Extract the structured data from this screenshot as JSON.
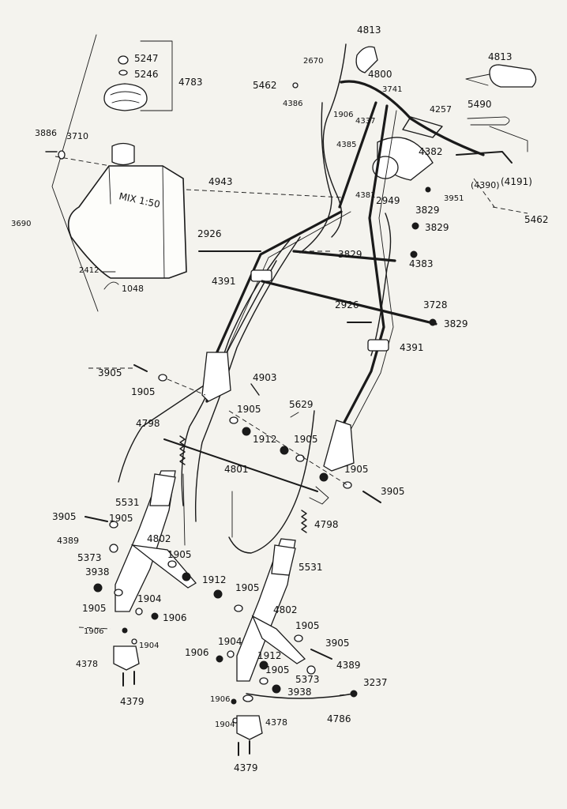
{
  "tank": {
    "text": "MIX 1:50"
  },
  "labels": [
    {
      "id": "l4813a",
      "text": "4813"
    },
    {
      "id": "l2670",
      "text": "2670"
    },
    {
      "id": "l4800",
      "text": "4800"
    },
    {
      "id": "l4813b",
      "text": "4813"
    },
    {
      "id": "l5462a",
      "text": "5462"
    },
    {
      "id": "l3741",
      "text": "3741"
    },
    {
      "id": "l4386",
      "text": "4386"
    },
    {
      "id": "l5247",
      "text": "5247"
    },
    {
      "id": "l5246",
      "text": "5246"
    },
    {
      "id": "l4783",
      "text": "4783"
    },
    {
      "id": "l4257",
      "text": "4257"
    },
    {
      "id": "l5490",
      "text": "5490"
    },
    {
      "id": "l1906a",
      "text": "1906"
    },
    {
      "id": "l4337",
      "text": "4337"
    },
    {
      "id": "l4385",
      "text": "4385"
    },
    {
      "id": "l4382",
      "text": "4382"
    },
    {
      "id": "l3886",
      "text": "3886"
    },
    {
      "id": "l3710",
      "text": "3710"
    },
    {
      "id": "l4943",
      "text": "4943"
    },
    {
      "id": "l4381",
      "text": "4381"
    },
    {
      "id": "l2949",
      "text": "2949"
    },
    {
      "id": "l4390",
      "text": "(4390)"
    },
    {
      "id": "l4191",
      "text": "(4191)"
    },
    {
      "id": "l3951",
      "text": "3951"
    },
    {
      "id": "l3829a",
      "text": "3829"
    },
    {
      "id": "l5462b",
      "text": "5462"
    },
    {
      "id": "l3690",
      "text": "3690"
    },
    {
      "id": "l3829b",
      "text": "3829"
    },
    {
      "id": "l2926a",
      "text": "2926"
    },
    {
      "id": "l3829c",
      "text": "3829"
    },
    {
      "id": "l4383",
      "text": "4383"
    },
    {
      "id": "l2412",
      "text": "2412"
    },
    {
      "id": "l1048",
      "text": "1048"
    },
    {
      "id": "l4391a",
      "text": "4391"
    },
    {
      "id": "l2926b",
      "text": "2926"
    },
    {
      "id": "l3728",
      "text": "3728"
    },
    {
      "id": "l3829d",
      "text": "3829"
    },
    {
      "id": "l4391b",
      "text": "4391"
    },
    {
      "id": "l3905a",
      "text": "3905"
    },
    {
      "id": "l4903",
      "text": "4903"
    },
    {
      "id": "l1905a",
      "text": "1905"
    },
    {
      "id": "l5629",
      "text": "5629"
    },
    {
      "id": "l1905b",
      "text": "1905"
    },
    {
      "id": "l4798a",
      "text": "4798"
    },
    {
      "id": "l1912a",
      "text": "1912"
    },
    {
      "id": "l1905c",
      "text": "1905"
    },
    {
      "id": "l4801",
      "text": "4801"
    },
    {
      "id": "l1905d",
      "text": "1905"
    },
    {
      "id": "l3905b",
      "text": "3905"
    },
    {
      "id": "l5531a",
      "text": "5531"
    },
    {
      "id": "l3905c",
      "text": "3905"
    },
    {
      "id": "l1905e",
      "text": "1905"
    },
    {
      "id": "l4798b",
      "text": "4798"
    },
    {
      "id": "l4389a",
      "text": "4389"
    },
    {
      "id": "l4802a",
      "text": "4802"
    },
    {
      "id": "l5373a",
      "text": "5373"
    },
    {
      "id": "l1905f",
      "text": "1905"
    },
    {
      "id": "l5531b",
      "text": "5531"
    },
    {
      "id": "l3938a",
      "text": "3938"
    },
    {
      "id": "l1912b",
      "text": "1912"
    },
    {
      "id": "l1905g",
      "text": "1905"
    },
    {
      "id": "l1904a",
      "text": "1904"
    },
    {
      "id": "l1905h",
      "text": "1905"
    },
    {
      "id": "l1906b",
      "text": "1906"
    },
    {
      "id": "l4802b",
      "text": "4802"
    },
    {
      "id": "l1906c",
      "text": "1906"
    },
    {
      "id": "l1904b",
      "text": "1904"
    },
    {
      "id": "l1905i",
      "text": "1905"
    },
    {
      "id": "l3905d",
      "text": "3905"
    },
    {
      "id": "l1906d",
      "text": "1906"
    },
    {
      "id": "l1904c",
      "text": "1904"
    },
    {
      "id": "l1912c",
      "text": "1912"
    },
    {
      "id": "l4389b",
      "text": "4389"
    },
    {
      "id": "l4378a",
      "text": "4378"
    },
    {
      "id": "l1905j",
      "text": "1905"
    },
    {
      "id": "l5373b",
      "text": "5373"
    },
    {
      "id": "l3237",
      "text": "3237"
    },
    {
      "id": "l4379a",
      "text": "4379"
    },
    {
      "id": "l3938b",
      "text": "3938"
    },
    {
      "id": "l1906e",
      "text": "1906"
    },
    {
      "id": "l4786",
      "text": "4786"
    },
    {
      "id": "l1904d",
      "text": "1904"
    },
    {
      "id": "l4378b",
      "text": "4378"
    },
    {
      "id": "l4379b",
      "text": "4379"
    }
  ]
}
